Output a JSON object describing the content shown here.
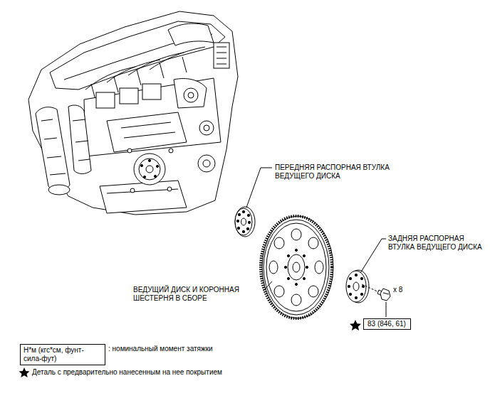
{
  "diagram": {
    "nodes": [
      {
        "text": [
          "83 (846, 61)"
        ]
      },
      {
        "text": [
          "Н*м (кгс*см, фунт-сила-фут)"
        ]
      }
    ],
    "labels": [
      "ПЕРЕДНЯЯ РАСПОРНАЯ ВТУЛКА ВЕДУЩЕГО ДИСКА",
      "ЗАДНЯЯ РАСПОРНАЯ ВТУЛКА ВЕДУЩЕГО ДИСКА",
      "ВЕДУЩИЙ ДИСК И КОРОННАЯ ШЕСТЕРНЯ В СБОРЕ",
      "x 8"
    ],
    "legend": [
      {
        "text": ": номинальный момент затяжки"
      },
      {
        "text": "Деталь с предварительно нанесенным на нее покрытием"
      }
    ]
  }
}
